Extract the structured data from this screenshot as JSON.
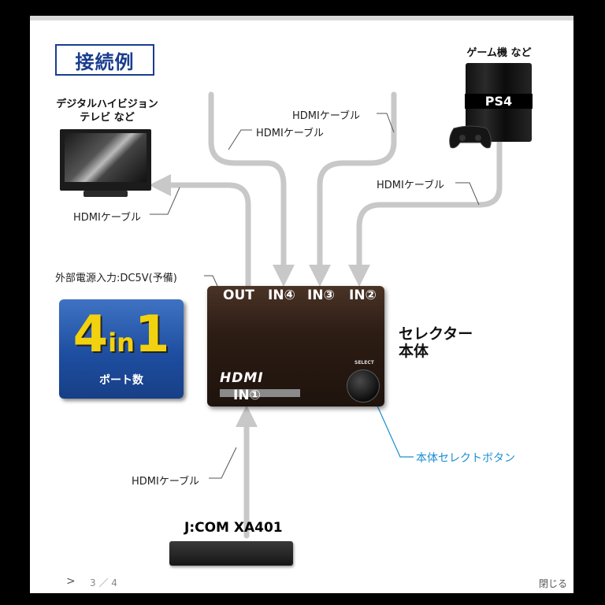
{
  "title": "接続例",
  "labels": {
    "tv": "デジタルハイビジョン\nテレビ など",
    "game": "ゲーム機 など",
    "console_name": "PS4",
    "cable": "HDMIケーブル",
    "power": "外部電源入力:DC5V(予備)",
    "selector": "セレクター\n本体",
    "select_button": "本体セレクトボタン",
    "source_name": "J:COM  XA401"
  },
  "ports": {
    "out": "OUT",
    "in4": "IN④",
    "in3": "IN③",
    "in2": "IN②",
    "in1": "IN①"
  },
  "device": {
    "logo": "HDMI",
    "select_tag": "SELECT"
  },
  "badge": {
    "big_left": "4",
    "big_mid": "in",
    "big_right": "1",
    "sub": "ポート数"
  },
  "footer": {
    "next": ">",
    "page": "3 ／ 4",
    "close": "閉じる"
  },
  "colors": {
    "title": "#1a3d8f",
    "accent_blue": "#1a8fd0",
    "cable": "#c8c8c8",
    "badge_yellow": "#f2d20f"
  }
}
